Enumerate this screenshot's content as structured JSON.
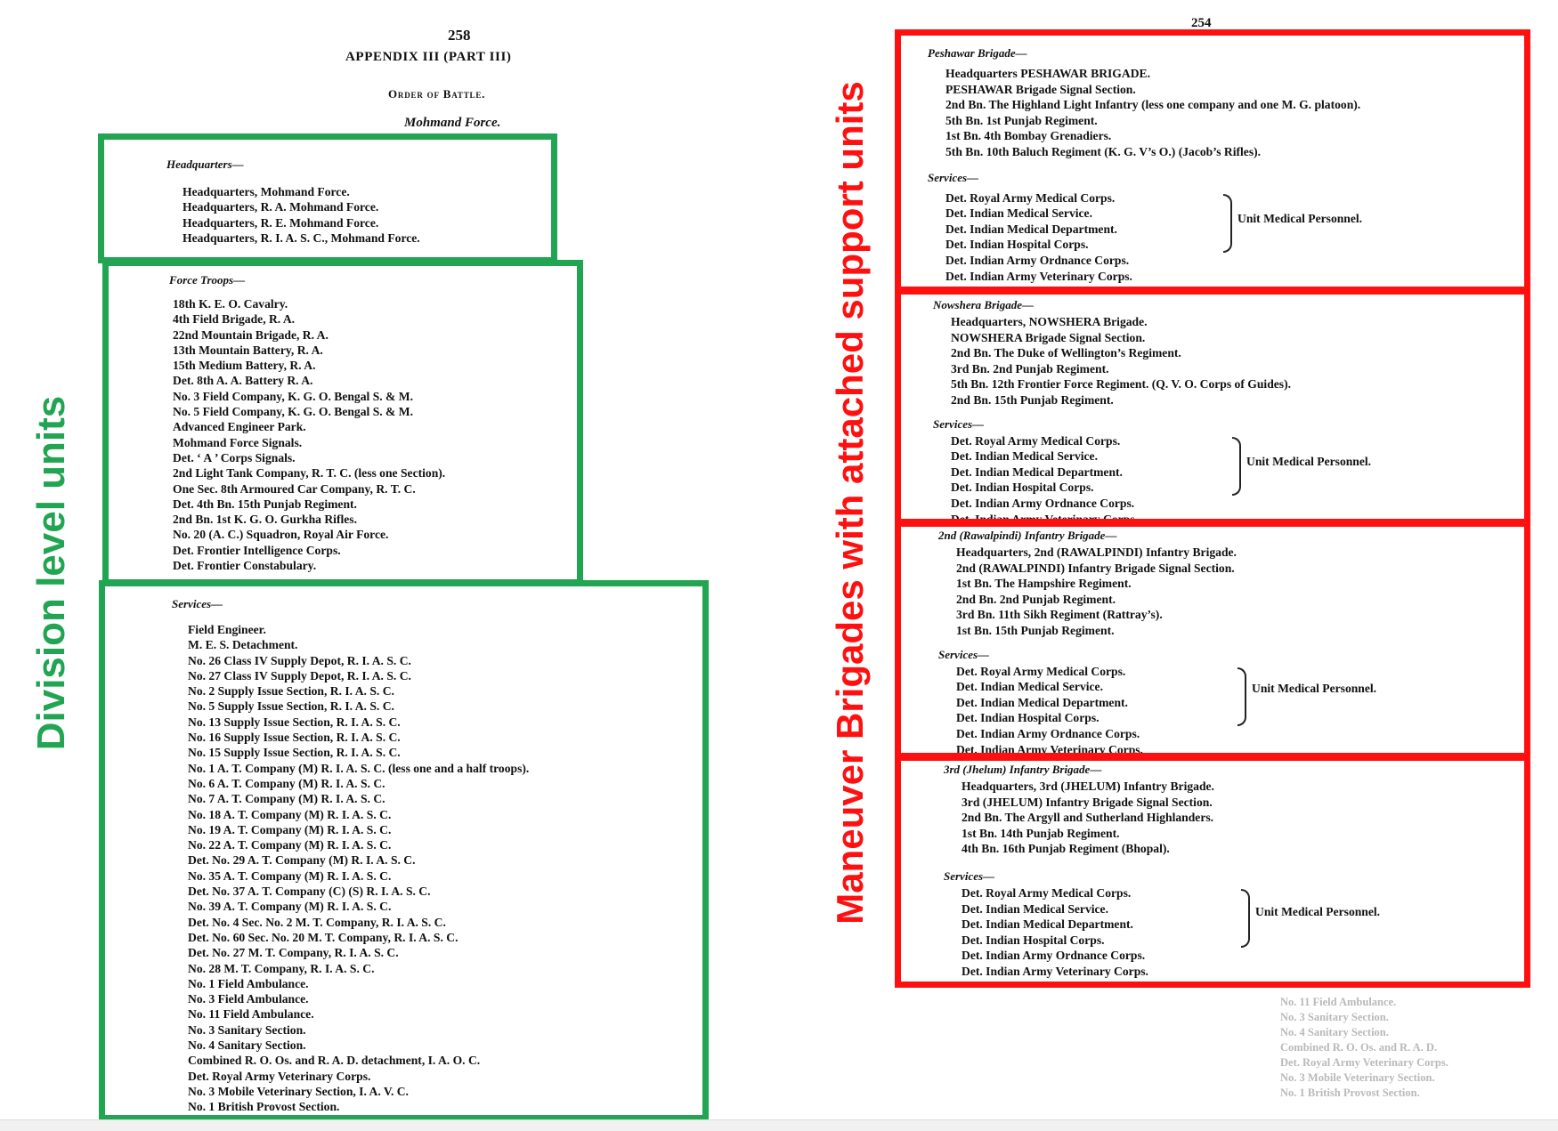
{
  "annotations": {
    "left_label": "Division level units",
    "right_label": "Maneuver Brigades with attached support units",
    "colors": {
      "division": "#22a552",
      "brigade": "#ff1010"
    }
  },
  "left_page": {
    "page_number": "258",
    "appendix": "APPENDIX III (PART III)",
    "order_title": "Order of Battle.",
    "force_title": "Mohmand Force.",
    "headquarters": {
      "heading": "Headquarters—",
      "items": [
        "Headquarters, Mohmand Force.",
        "Headquarters, R. A. Mohmand Force.",
        "Headquarters, R. E. Mohmand Force.",
        "Headquarters, R. I. A. S. C., Mohmand Force."
      ]
    },
    "force_troops": {
      "heading": "Force Troops—",
      "items": [
        "18th K. E. O. Cavalry.",
        "4th Field Brigade, R. A.",
        "22nd Mountain Brigade, R. A.",
        "13th Mountain Battery, R. A.",
        "15th Medium Battery, R. A.",
        "Det. 8th A. A. Battery R. A.",
        "No. 3 Field Company, K. G. O. Bengal S. & M.",
        "No. 5 Field Company, K. G. O. Bengal S. & M.",
        "Advanced Engineer Park.",
        "Mohmand Force Signals.",
        "Det. ‘ A ’ Corps Signals.",
        "2nd Light Tank Company, R. T. C. (less one Section).",
        "One Sec. 8th Armoured Car Company, R. T. C.",
        "Det. 4th Bn. 15th Punjab Regiment.",
        "2nd Bn. 1st K. G. O. Gurkha Rifles.",
        "No. 20 (A. C.) Squadron, Royal Air Force.",
        "Det. Frontier Intelligence Corps.",
        "Det. Frontier Constabulary."
      ]
    },
    "services": {
      "heading": "Services—",
      "items": [
        "Field Engineer.",
        "M. E. S. Detachment.",
        "No. 26 Class IV Supply Depot, R. I. A. S. C.",
        "No. 27 Class IV Supply Depot, R. I. A. S. C.",
        "No.   2 Supply Issue Section, R. I. A. S. C.",
        "No.   5 Supply Issue Section, R. I. A. S. C.",
        "No. 13 Supply Issue Section, R. I. A. S. C.",
        "No. 16 Supply Issue Section, R. I. A. S. C.",
        "No. 15 Supply Issue Section, R. I. A. S. C.",
        "No.   1 A. T. Company (M) R. I. A. S. C. (less one and a half troops).",
        "No.   6 A. T. Company (M) R. I. A. S. C.",
        "No.   7 A. T. Company (M) R. I. A. S. C.",
        "No. 18 A. T. Company (M) R. I. A. S. C.",
        "No. 19 A. T. Company (M) R. I. A. S. C.",
        "No. 22 A. T. Company (M) R. I. A. S. C.",
        "Det. No. 29 A. T. Company (M) R. I. A. S. C.",
        "No. 35 A. T. Company (M) R. I. A. S. C.",
        "Det. No. 37 A. T. Company (C) (S) R. I. A. S. C.",
        "No. 39 A. T. Company (M) R. I. A. S. C.",
        "Det. No.   4 Sec. No.   2 M. T. Company, R. I. A. S. C.",
        "Det. No. 60 Sec. No. 20 M. T. Company, R. I. A. S. C.",
        "Det. No. 27 M. T. Company, R. I. A. S. C.",
        "No. 28 M. T. Company, R. I. A. S. C.",
        "No.   1 Field Ambulance.",
        "No.   3 Field Ambulance.",
        "No. 11 Field Ambulance.",
        "No.   3 Sanitary Section.",
        "No.   4 Sanitary Section.",
        "Combined R. O. Os. and R. A. D. detachment, I. A. O. C.",
        "Det. Royal Army Veterinary Corps.",
        "No.   3 Mobile Veterinary Section, I. A. V. C.",
        "No.   1 British Provost Section."
      ]
    }
  },
  "right_page": {
    "page_number": "254",
    "brigades": [
      {
        "heading": "Peshawar Brigade—",
        "units": [
          "Headquarters PESHAWAR BRIGADE.",
          "PESHAWAR Brigade Signal Section.",
          "2nd Bn. The Highland Light Infantry (less one company and one M. G. platoon).",
          "5th Bn. 1st Punjab Regiment.",
          "1st Bn. 4th Bombay Grenadiers.",
          "5th Bn. 10th Baluch Regiment    (K. G. V’s O.) (Jacob’s Rifles)."
        ],
        "services_heading": "Services—",
        "services": [
          "Det. Royal Army Medical Corps.",
          "Det. Indian Medical Service.",
          "Det. Indian Medical Department.",
          "Det. Indian Hospital Corps.",
          "Det. Indian Army Ordnance Corps.",
          "Det. Indian Army Veterinary Corps."
        ],
        "services_note": "Unit Medical Personnel."
      },
      {
        "heading": "Nowshera Brigade—",
        "units": [
          "Headquarters, NOWSHERA Brigade.",
          "NOWSHERA Brigade Signal Section.",
          "2nd Bn. The Duke of Wellington’s Regiment.",
          "3rd Bn. 2nd Punjab Regiment.",
          "5th Bn. 12th Frontier Force Regiment.    (Q. V. O. Corps of Guides).",
          "2nd Bn. 15th Punjab Regiment."
        ],
        "services_heading": "Services—",
        "services": [
          "Det. Royal Army Medical Corps.",
          "Det. Indian Medical Service.",
          "Det. Indian Medical Department.",
          "Det. Indian Hospital Corps.",
          "Det. Indian Army Ordnance Corps.",
          "Det. Indian Army Veterinary Corps."
        ],
        "services_note": "Unit Medical Personnel."
      },
      {
        "heading": "2nd (Rawalpindi) Infantry Brigade—",
        "units": [
          "Headquarters, 2nd (RAWALPINDI) Infantry Brigade.",
          "2nd (RAWALPINDI) Infantry Brigade Signal Section.",
          "1st Bn. The Hampshire Regiment.",
          "2nd Bn. 2nd Punjab Regiment.",
          "3rd Bn. 11th Sikh Regiment (Rattray’s).",
          "1st Bn. 15th Punjab Regiment."
        ],
        "services_heading": "Services—",
        "services": [
          "Det. Royal Army Medical Corps.",
          "Det. Indian Medical Service.",
          "Det. Indian Medical Department.",
          "Det. Indian Hospital Corps.",
          "Det. Indian Army Ordnance Corps.",
          "Det. Indian Army Veterinary Corps."
        ],
        "services_note": "Unit Medical Personnel."
      },
      {
        "heading": "3rd (Jhelum) Infantry Brigade—",
        "units": [
          "Headquarters, 3rd (JHELUM) Infantry Brigade.",
          "3rd (JHELUM) Infantry Brigade Signal Section.",
          "2nd Bn. The Argyll and Sutherland Highlanders.",
          "1st Bn. 14th Punjab Regiment.",
          "4th Bn. 16th Punjab Regiment    (Bhopal)."
        ],
        "services_heading": "Services—",
        "services": [
          "Det. Royal Army Medical Corps.",
          "Det. Indian Medical Service.",
          "Det. Indian Medical Department.",
          "Det. Indian Hospital Corps.",
          "Det. Indian Army Ordnance Corps.",
          "Det. Indian Army Veterinary Corps."
        ],
        "services_note": "Unit Medical Personnel."
      }
    ]
  }
}
